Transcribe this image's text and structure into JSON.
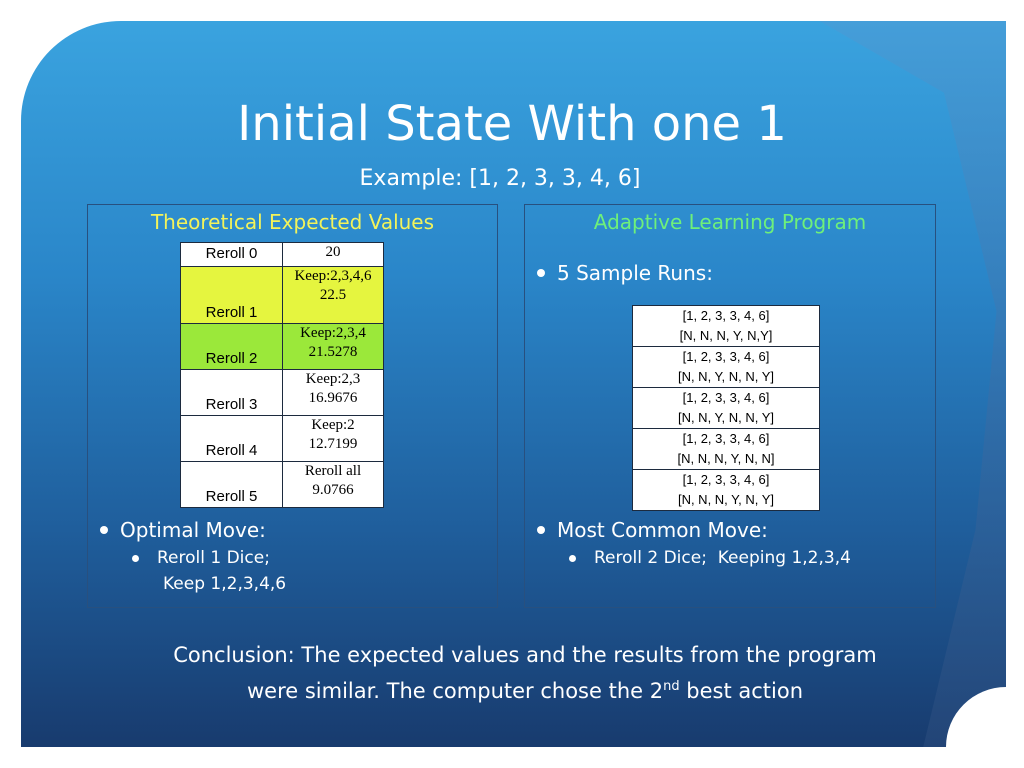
{
  "title": "Initial State With one 1",
  "subtitle": "Example: [1, 2, 3, 3, 4, 6]",
  "left_panel": {
    "heading": "Theoretical Expected Values",
    "rows": [
      {
        "label": "Reroll 0",
        "value": "20",
        "detail": "",
        "color": "#ffffff"
      },
      {
        "label": "Reroll 1",
        "value": "Keep:2,3,4,6",
        "detail": "22.5",
        "color": "#e5f53f"
      },
      {
        "label": "Reroll 2",
        "value": "Keep:2,3,4",
        "detail": "21.5278",
        "color": "#9be83a"
      },
      {
        "label": "Reroll 3",
        "value": "Keep:2,3",
        "detail": "16.9676",
        "color": "#ffffff"
      },
      {
        "label": "Reroll 4",
        "value": "Keep:2",
        "detail": "12.7199",
        "color": "#ffffff"
      },
      {
        "label": "Reroll 5",
        "value": "Reroll all",
        "detail": "9.0766",
        "color": "#ffffff"
      }
    ],
    "bullet": "Optimal Move:",
    "sub_bullet_line1": "Reroll 1 Dice;",
    "sub_bullet_line2": "Keep 1,2,3,4,6"
  },
  "right_panel": {
    "heading": "Adaptive Learning Program",
    "intro_bullet": "5 Sample Runs:",
    "runs": [
      {
        "dice": "[1, 2, 3, 3, 4, 6]",
        "keep": "[N, N, N, Y, N,Y]"
      },
      {
        "dice": "[1, 2, 3, 3, 4, 6]",
        "keep": "[N, N, Y, N, N, Y]"
      },
      {
        "dice": "[1, 2, 3, 3, 4, 6]",
        "keep": "[N, N, Y, N, N, Y]"
      },
      {
        "dice": "[1, 2, 3, 3, 4, 6]",
        "keep": "[N, N, N, Y, N, N]"
      },
      {
        "dice": "[1, 2, 3, 3, 4, 6]",
        "keep": "[N, N, N, Y, N, Y]"
      }
    ],
    "bullet": "Most Common Move:",
    "sub_bullet": "Reroll 2 Dice;  Keeping 1,2,3,4"
  },
  "conclusion": {
    "part1": "Conclusion: The expected values and the results from the program were similar. The computer chose the 2",
    "superscript": "nd",
    "part2": " best action"
  }
}
